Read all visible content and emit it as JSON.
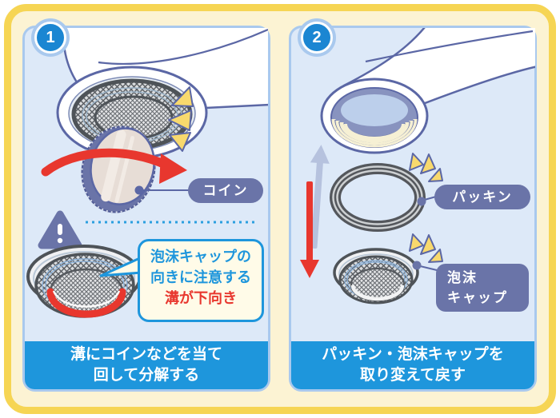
{
  "document": {
    "type": "faucet-aerator-replacement-instructions",
    "language": "ja"
  },
  "colors": {
    "frame_border_yellow": "#f6d554",
    "frame_background_cream": "#fcf3d3",
    "panel_background_blue": "#dde9f8",
    "panel_border_blue": "#a9c9ee",
    "caption_bar_blue": "#1e96dc",
    "label_badge_slate": "#6a74a8",
    "step_badge_blue": "#1b86d2",
    "arrow_red": "#e8372e",
    "arrow_up_lavender": "#b6c2de",
    "sparkle_yellow": "#f8d96d",
    "note_text_blue": "#1e96dc",
    "note_text_red": "#e8372e"
  },
  "icons": {
    "warning": "exclamation-triangle",
    "rotate_arrow": "curved-red-arrow",
    "remove_arrow": "up-arrow",
    "reattach_arrow": "down-red-arrow",
    "sparkles": "three-yellow-triangles",
    "dotted_divider": "blue-dotted-line"
  },
  "step1": {
    "number": "1",
    "coin_label": "コイン",
    "note": {
      "line1": "泡沫キャップの",
      "line2": "向きに注意する",
      "line3": "溝が下向き"
    },
    "caption": {
      "line1": "溝にコインなどを当て",
      "line2": "回して分解する"
    }
  },
  "step2": {
    "number": "2",
    "packing_label": "パッキン",
    "cap_label": {
      "line1": "泡沫",
      "line2": "キャップ"
    },
    "caption": {
      "line1": "パッキン・泡沫キャップを",
      "line2": "取り変えて戻す"
    }
  }
}
